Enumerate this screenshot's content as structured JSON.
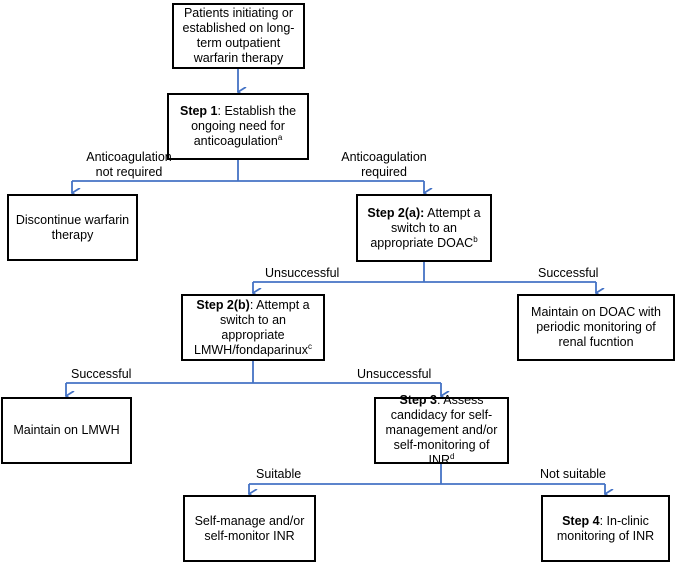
{
  "nodes": {
    "start": {
      "text": "Patients initiating or established on long-term outpatient warfarin therapy"
    },
    "step1": {
      "bold": "Step 1",
      "text": ": Establish the ongoing need for anticoagulation",
      "sup": "a"
    },
    "discontinue": {
      "text": "Discontinue warfarin therapy"
    },
    "step2a": {
      "bold": "Step 2(a):",
      "text": " Attempt a switch to an appropriate DOAC",
      "sup": "b"
    },
    "step2b": {
      "bold": "Step 2(b)",
      "text": ": Attempt a switch to an appropriate LMWH/fondaparinux",
      "sup": "c"
    },
    "maintain_doac": {
      "text": "Maintain on DOAC with periodic monitoring of renal fucntion"
    },
    "maintain_lmwh": {
      "text": "Maintain on LMWH"
    },
    "step3": {
      "bold": "Step 3",
      "text": ": Assess candidacy for self-management and/or self-monitoring of INR",
      "sup": "d"
    },
    "self_manage": {
      "text": "Self-manage and/or self-monitor INR"
    },
    "step4": {
      "bold": "Step 4",
      "text": ": In-clinic monitoring of INR"
    }
  },
  "edge_labels": {
    "not_required_1": "Anticoagulation",
    "not_required_2": "not required",
    "required_1": "Anticoagulation",
    "required_2": "required",
    "unsuccessful_a": "Unsuccessful",
    "successful_a": "Successful",
    "successful_b": "Successful",
    "unsuccessful_b": "Unsuccessful",
    "suitable": "Suitable",
    "not_suitable": "Not suitable"
  },
  "colors": {
    "connector": "#4472C4",
    "border": "#000000"
  }
}
